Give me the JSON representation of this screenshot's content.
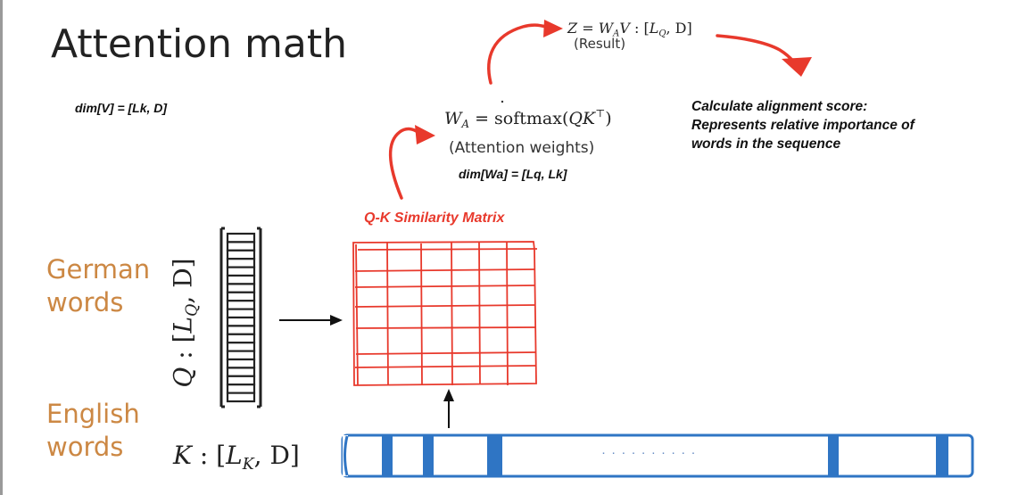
{
  "title": "Attention math",
  "dim_v": "dim[V] = [Lk, D]",
  "result_eq": {
    "z": "Z",
    "w": "W",
    "w_sub": "A",
    "v": "V",
    "colon": " : [",
    "l": "L",
    "l_sub": "Q",
    "tail": ", D]"
  },
  "result_caption": "(Result)",
  "weights_eq": {
    "w": "W",
    "w_sub": "A",
    "eq": " = softmax(",
    "qk": "QK",
    "sup": "⊤",
    "close": ")"
  },
  "weights_caption": "(Attention weights)",
  "dim_wa": "dim[Wa] = [Lq, Lk]",
  "alignment_note": [
    "Calculate alignment score:",
    "Represents relative importance of",
    "words in the sequence"
  ],
  "matrix_label": "Q-K Similarity Matrix",
  "german_words": [
    "German",
    "words"
  ],
  "english_words": [
    "English",
    "words"
  ],
  "q_label": {
    "q": "Q",
    "colon": " : [",
    "l": "L",
    "l_sub": "Q",
    "tail": ", D]"
  },
  "k_label": {
    "k": "K",
    "colon": " : [",
    "l": "L",
    "l_sub": "K",
    "tail": ", D]"
  },
  "ellipsis": "· · · · · · · · · ·",
  "colors": {
    "accent": "#e8392c",
    "orange_text": "#cc8844",
    "blue": "#2f75c4"
  }
}
